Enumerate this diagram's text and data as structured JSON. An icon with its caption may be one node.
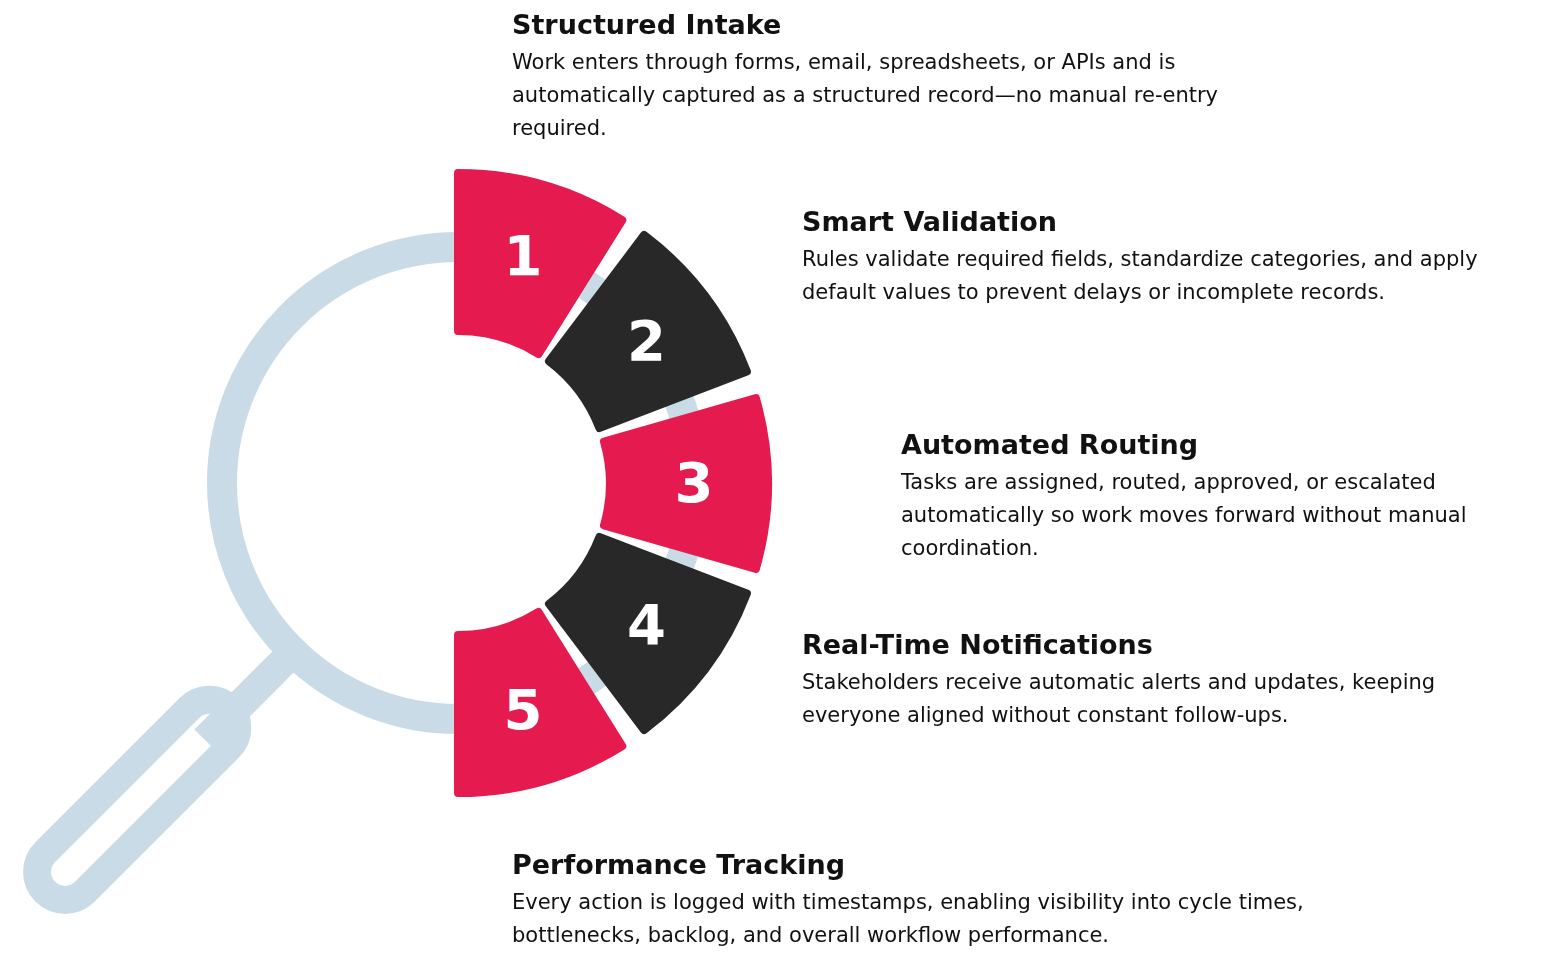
{
  "diagram": {
    "nodes": [
      {
        "text": [
          "1"
        ],
        "beside": [
          "Structured Intake",
          "Work enters through forms, email, spreadsheets, or APIs and is automatically captured as a structured record—no manual re-entry required."
        ]
      },
      {
        "text": [
          "2"
        ],
        "beside": [
          "Smart Validation",
          "Rules validate required fields, standardize categories, and apply default values to prevent delays or incomplete records."
        ]
      },
      {
        "text": [
          "3"
        ],
        "beside": [
          "Automated Routing",
          "Tasks are assigned, routed, approved, or escalated automatically so work moves forward without manual coordination."
        ]
      },
      {
        "text": [
          "4"
        ],
        "beside": [
          "Real-Time Notifications",
          "Stakeholders receive automatic alerts and updates, keeping everyone aligned without constant follow-ups."
        ]
      },
      {
        "text": [
          "5"
        ],
        "beside": [
          "Performance Tracking",
          "Every action is logged with timestamps, enabling visibility into cycle times, bottlenecks, backlog, and overall workflow performance."
        ]
      }
    ],
    "edges": []
  }
}
